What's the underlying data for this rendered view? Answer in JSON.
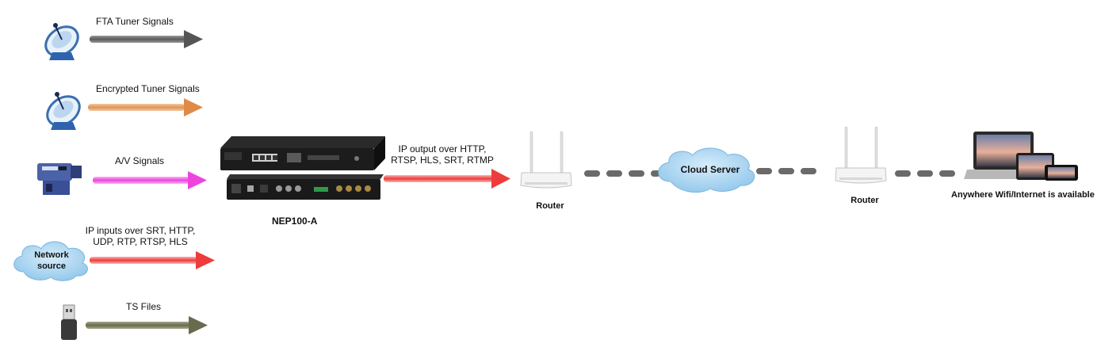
{
  "inputs": [
    {
      "label": "FTA Tuner Signals",
      "icon": "satellite-dish-icon",
      "arrow_color": "#6e6e6e"
    },
    {
      "label": "Encrypted Tuner Signals",
      "icon": "satellite-dish-icon",
      "arrow_color": "#e0a06a"
    },
    {
      "label": "A/V Signals",
      "icon": "video-camera-icon",
      "arrow_color": "#f060e0"
    },
    {
      "label": "IP inputs over SRT, HTTP,\nUDP, RTP, RTSP, HLS",
      "icon": "cloud-icon",
      "cloud_text": "Network\nsource",
      "arrow_color": "#f06a6a"
    },
    {
      "label": "TS Files",
      "icon": "usb-drive-icon",
      "arrow_color": "#7a7a5e"
    }
  ],
  "device": {
    "label": "NEP100-A"
  },
  "output": {
    "label": "IP output over HTTP,\nRTSP, HLS, SRT, RTMP",
    "arrow_color": "#f06a6a"
  },
  "router1": {
    "label": "Router"
  },
  "cloud_server": {
    "label": "Cloud Server"
  },
  "router2": {
    "label": "Router"
  },
  "endpoint": {
    "label": "Anywhere Wifi/Internet is available"
  },
  "colors": {
    "cloud_fill": "#a8d4f0",
    "link_dash": "#6a6a6a"
  }
}
